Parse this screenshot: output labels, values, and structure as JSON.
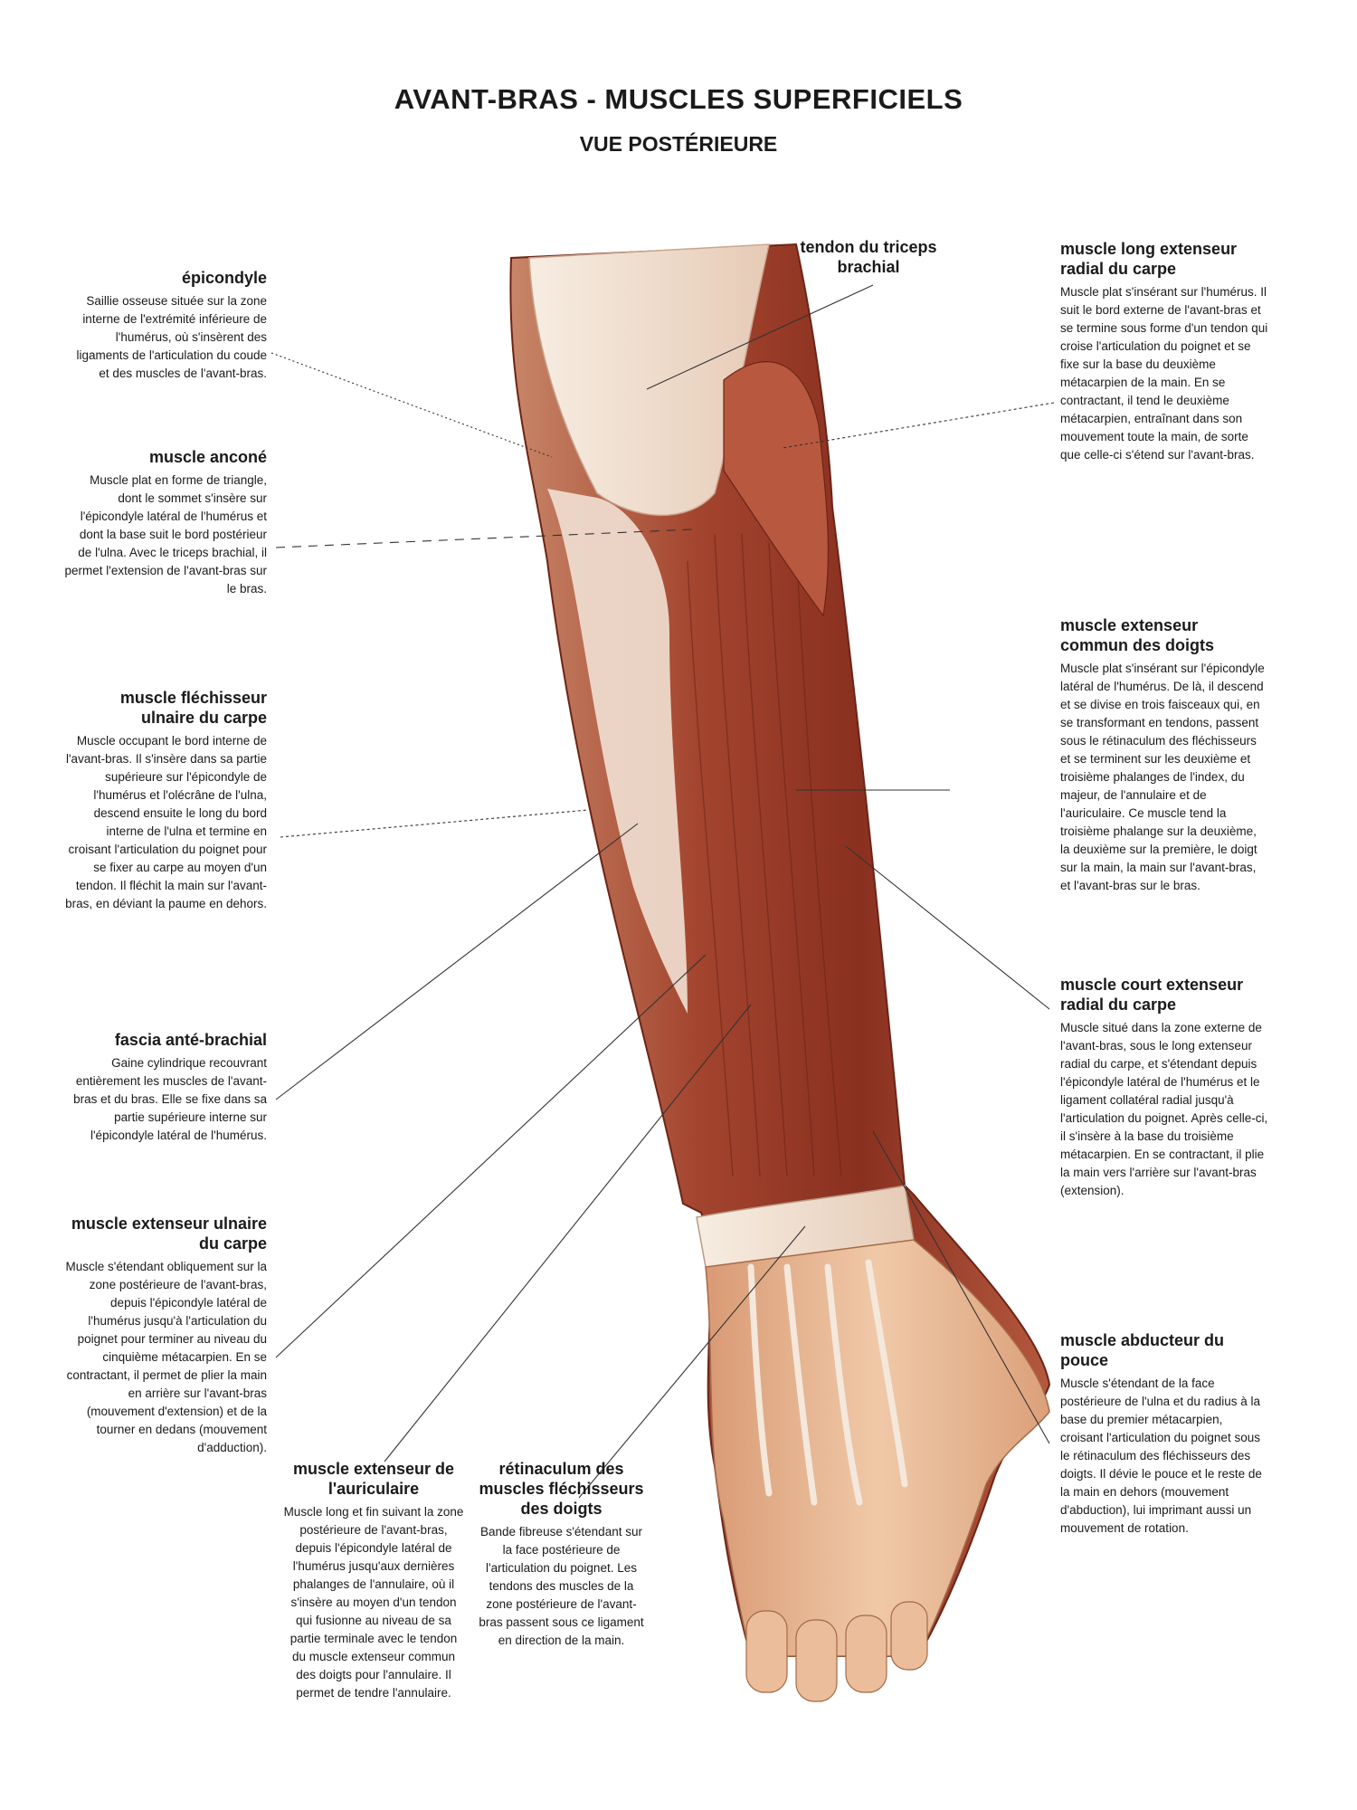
{
  "title": "AVANT-BRAS - MUSCLES SUPERFICIELS",
  "subtitle": "VUE POSTÉRIEURE",
  "labels": {
    "epicondyle": {
      "title": "épicondyle",
      "text": "Saillie osseuse située sur la zone interne de l'extrémité inférieure de l'humérus, où s'insèrent des ligaments de l'articulation du coude et des muscles de l'avant-bras."
    },
    "ancone": {
      "title": "muscle anconé",
      "text": "Muscle plat en forme de triangle, dont le sommet s'insère sur l'épicondyle latéral de l'humérus et dont la base suit le bord postérieur de l'ulna. Avec le triceps brachial, il permet l'extension de l'avant-bras sur le bras."
    },
    "flechisseur_ulnaire": {
      "title": "muscle fléchisseur ulnaire du carpe",
      "text": "Muscle occupant le bord interne de l'avant-bras. Il s'insère dans sa partie supérieure sur l'épicondyle de l'humérus et l'olécrâne de l'ulna, descend ensuite le long du bord interne de l'ulna et termine en croisant l'articulation du poignet pour se fixer au carpe au moyen d'un tendon. Il fléchit la main sur l'avant-bras, en déviant la paume en dehors."
    },
    "fascia": {
      "title": "fascia anté-brachial",
      "text": "Gaine cylindrique recouvrant entièrement les muscles de l'avant-bras et du bras. Elle se fixe dans sa partie supérieure interne sur l'épicondyle latéral de l'humérus."
    },
    "extenseur_ulnaire": {
      "title": "muscle extenseur ulnaire du carpe",
      "text": "Muscle s'étendant obliquement sur la zone postérieure de l'avant-bras, depuis l'épicondyle latéral de l'humérus jusqu'à l'articulation du poignet pour terminer au niveau du cinquième métacarpien. En se contractant, il permet de plier la main en arrière sur l'avant-bras (mouvement d'extension) et de la tourner en dedans (mouvement d'adduction)."
    },
    "extenseur_auriculaire": {
      "title": "muscle extenseur de l'auriculaire",
      "text": "Muscle long et fin suivant la zone postérieure de l'avant-bras, depuis l'épicondyle latéral de l'humérus jusqu'aux dernières phalanges de l'annulaire, où il s'insère au moyen d'un tendon qui fusionne au niveau de sa partie terminale avec le tendon du muscle extenseur commun des doigts pour l'annulaire. Il permet de tendre l'annulaire."
    },
    "retinaculum": {
      "title": "rétinaculum des muscles fléchisseurs des doigts",
      "text": "Bande fibreuse s'étendant sur la face postérieure de l'articulation du poignet. Les tendons des muscles de la zone postérieure de l'avant-bras passent sous ce ligament en direction de la main."
    },
    "triceps": {
      "title": "tendon du triceps brachial"
    },
    "long_extenseur": {
      "title": "muscle long extenseur radial du carpe",
      "text": "Muscle plat s'insérant sur l'humérus. Il suit le bord externe de l'avant-bras et se termine sous forme d'un tendon qui croise l'articulation du poignet et se fixe sur la base du deuxième métacarpien de la main. En se contractant, il tend le deuxième métacarpien, entraînant dans son mouvement toute la main, de sorte que celle-ci s'étend sur l'avant-bras."
    },
    "extenseur_commun": {
      "title": "muscle extenseur commun des doigts",
      "text": "Muscle plat s'insérant sur l'épicondyle latéral de l'humérus. De là, il descend et se divise en trois faisceaux qui, en se transformant en tendons, passent sous le rétinaculum des fléchisseurs et se terminent sur les deuxième et troisième phalanges de l'index, du majeur, de l'annulaire et de l'auriculaire. Ce muscle tend la troisième phalange sur la deuxième, la deuxième sur la première, le doigt sur la main, la main sur l'avant-bras, et l'avant-bras sur le bras."
    },
    "court_extenseur": {
      "title": "muscle court extenseur radial du carpe",
      "text": "Muscle situé dans la zone externe de l'avant-bras, sous le long extenseur radial du carpe, et s'étendant depuis l'épicondyle latéral de l'humérus et le ligament collatéral radial jusqu'à l'articulation du poignet. Après celle-ci, il s'insère à la base du troisième métacarpien. En se contractant, il plie la main vers l'arrière sur l'avant-bras (extension)."
    },
    "abducteur": {
      "title": "muscle abducteur du pouce",
      "text": "Muscle s'étendant de la face postérieure de l'ulna et du radius à la base du premier métacarpien, croisant l'articulation du poignet sous le rétinaculum des fléchisseurs des doigts. Il dévie le pouce et le reste de la main en dehors (mouvement d'abduction), lui imprimant aussi un mouvement de rotation."
    }
  },
  "colors": {
    "muscle_dark": "#7a2a1c",
    "muscle_mid": "#a8452f",
    "muscle_light": "#c97a62",
    "tendon": "#f3e6d8",
    "skin": "#e8b894",
    "leader_line": "#333333"
  }
}
